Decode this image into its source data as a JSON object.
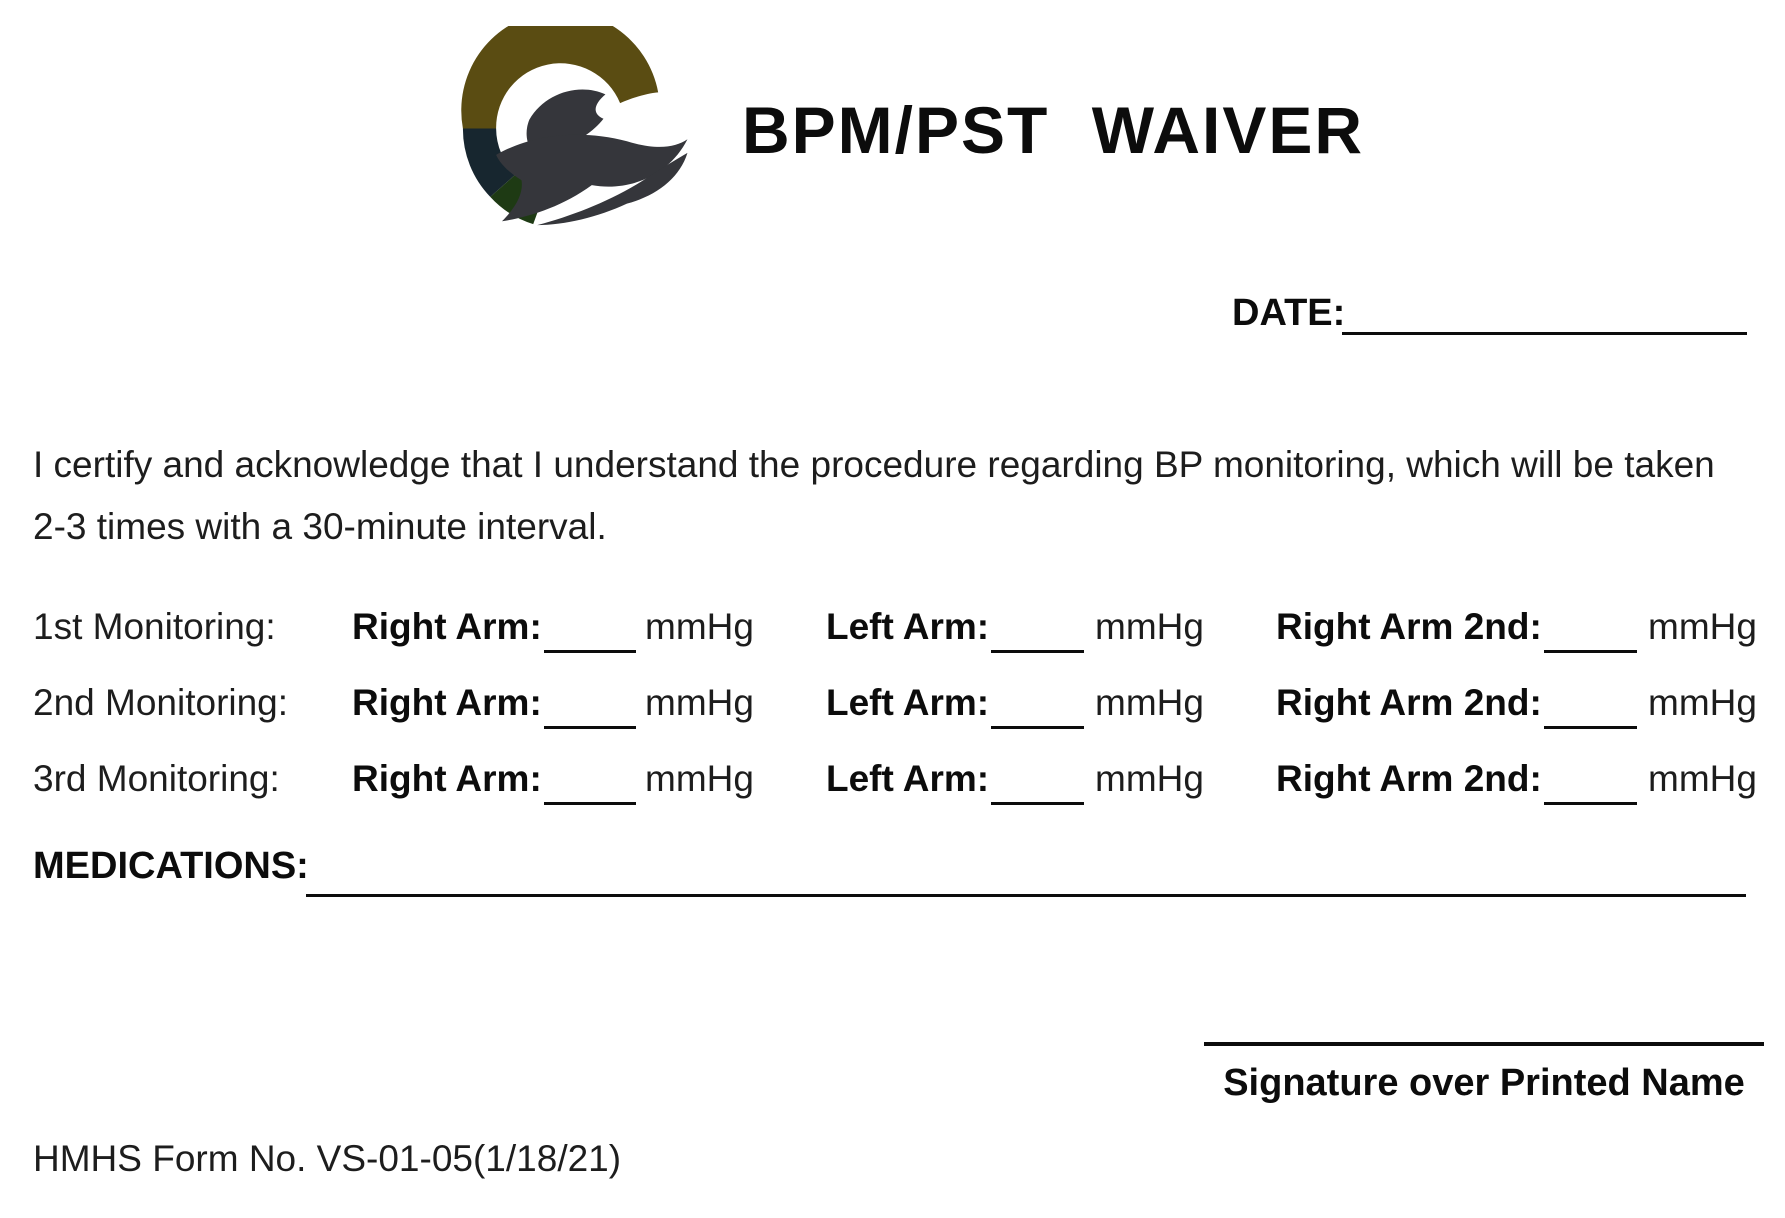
{
  "header": {
    "logo": {
      "name": "swoosh-logo",
      "colors": {
        "olive": "#5a4c12",
        "navy": "#17262f",
        "green": "#1e3a14",
        "charcoal": "#35363b"
      }
    },
    "title": "BPM/PST WAIVER"
  },
  "date": {
    "label": "DATE:",
    "value": ""
  },
  "intro": "I certify and acknowledge that I understand the procedure regarding BP monitoring, which will be taken 2-3 times with a 30-minute interval.",
  "monitoring": {
    "field_labels": {
      "right_arm": "Right Arm:",
      "left_arm": "Left Arm:",
      "right_arm_2nd": "Right Arm 2nd:",
      "unit": "mmHg"
    },
    "rows": [
      {
        "label": "1st Monitoring:",
        "right_arm": "",
        "left_arm": "",
        "right_arm_2nd": ""
      },
      {
        "label": "2nd Monitoring:",
        "right_arm": "",
        "left_arm": "",
        "right_arm_2nd": ""
      },
      {
        "label": "3rd Monitoring:",
        "right_arm": "",
        "left_arm": "",
        "right_arm_2nd": ""
      }
    ]
  },
  "medications": {
    "label": "MEDICATIONS:",
    "value": ""
  },
  "signature": {
    "label": "Signature over Printed Name",
    "value": ""
  },
  "footer": {
    "form_number": "HMHS Form No. VS-01-05(1/18/21)"
  }
}
